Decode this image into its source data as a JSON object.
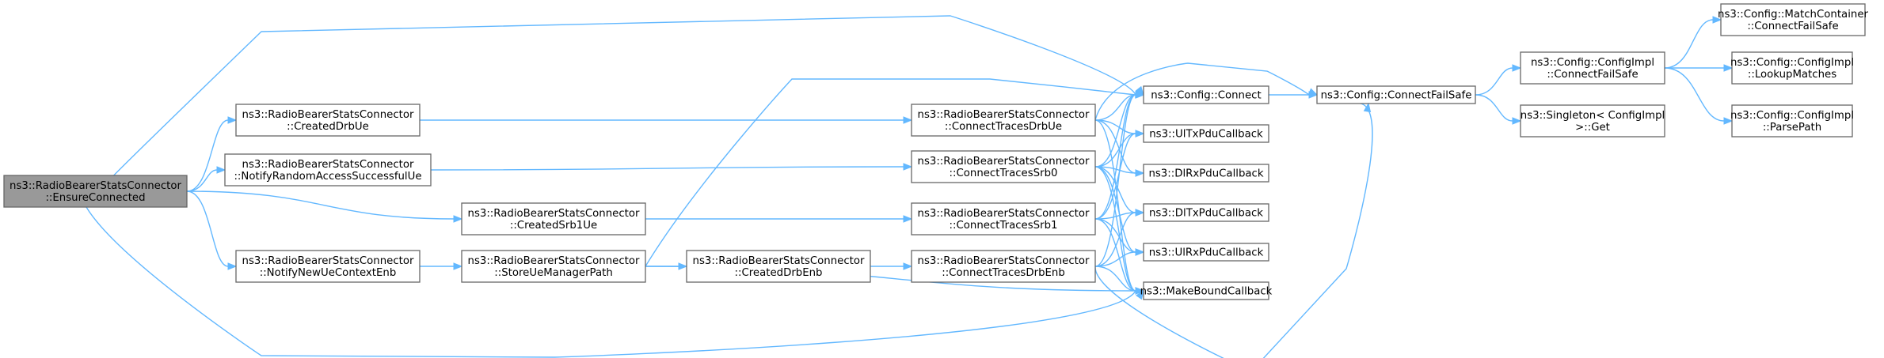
{
  "graph": {
    "colors": {
      "edge": "#63b8ff",
      "node_border": "#666666",
      "root_fill": "#999999",
      "node_fill": "#ffffff"
    },
    "nodes": [
      {
        "id": "ensure",
        "lines": [
          "ns3::RadioBearerStatsConnector",
          "::EnsureConnected"
        ],
        "root": true
      },
      {
        "id": "createdDrbUe",
        "lines": [
          "ns3::RadioBearerStatsConnector",
          "::CreatedDrbUe"
        ]
      },
      {
        "id": "notifyRA",
        "lines": [
          "ns3::RadioBearerStatsConnector",
          "::NotifyRandomAccessSuccessfulUe"
        ]
      },
      {
        "id": "createdSrb1Ue",
        "lines": [
          "ns3::RadioBearerStatsConnector",
          "::CreatedSrb1Ue"
        ]
      },
      {
        "id": "notifyNewUe",
        "lines": [
          "ns3::RadioBearerStatsConnector",
          "::NotifyNewUeContextEnb"
        ]
      },
      {
        "id": "storeUe",
        "lines": [
          "ns3::RadioBearerStatsConnector",
          "::StoreUeManagerPath"
        ]
      },
      {
        "id": "createdDrbEnb",
        "lines": [
          "ns3::RadioBearerStatsConnector",
          "::CreatedDrbEnb"
        ]
      },
      {
        "id": "ctDrbUe",
        "lines": [
          "ns3::RadioBearerStatsConnector",
          "::ConnectTracesDrbUe"
        ]
      },
      {
        "id": "ctSrb0",
        "lines": [
          "ns3::RadioBearerStatsConnector",
          "::ConnectTracesSrb0"
        ]
      },
      {
        "id": "ctSrb1",
        "lines": [
          "ns3::RadioBearerStatsConnector",
          "::ConnectTracesSrb1"
        ]
      },
      {
        "id": "ctDrbEnb",
        "lines": [
          "ns3::RadioBearerStatsConnector",
          "::ConnectTracesDrbEnb"
        ]
      },
      {
        "id": "configConnect",
        "lines": [
          "ns3::Config::Connect"
        ]
      },
      {
        "id": "ulTx",
        "lines": [
          "ns3::UlTxPduCallback"
        ]
      },
      {
        "id": "dlRx",
        "lines": [
          "ns3::DlRxPduCallback"
        ]
      },
      {
        "id": "dlTx",
        "lines": [
          "ns3::DlTxPduCallback"
        ]
      },
      {
        "id": "ulRx",
        "lines": [
          "ns3::UlRxPduCallback"
        ]
      },
      {
        "id": "makeBound",
        "lines": [
          "ns3::MakeBoundCallback"
        ]
      },
      {
        "id": "connectFailSafe",
        "lines": [
          "ns3::Config::ConnectFailSafe"
        ]
      },
      {
        "id": "implCFS",
        "lines": [
          "ns3::Config::ConfigImpl",
          "::ConnectFailSafe"
        ]
      },
      {
        "id": "singleton",
        "lines": [
          "ns3::Singleton< ConfigImpl",
          " >::Get"
        ]
      },
      {
        "id": "matchCFS",
        "lines": [
          "ns3::Config::MatchContainer",
          "::ConnectFailSafe"
        ]
      },
      {
        "id": "lookup",
        "lines": [
          "ns3::Config::ConfigImpl",
          "::LookupMatches"
        ]
      },
      {
        "id": "parsePath",
        "lines": [
          "ns3::Config::ConfigImpl",
          "::ParsePath"
        ]
      }
    ],
    "edges": [
      [
        "ensure",
        "createdDrbUe"
      ],
      [
        "ensure",
        "notifyRA"
      ],
      [
        "ensure",
        "createdSrb1Ue"
      ],
      [
        "ensure",
        "notifyNewUe"
      ],
      [
        "ensure",
        "configConnect"
      ],
      [
        "ensure",
        "makeBound"
      ],
      [
        "createdDrbUe",
        "ctDrbUe"
      ],
      [
        "notifyRA",
        "ctSrb0"
      ],
      [
        "createdSrb1Ue",
        "ctSrb1"
      ],
      [
        "notifyNewUe",
        "storeUe"
      ],
      [
        "storeUe",
        "createdDrbEnb"
      ],
      [
        "storeUe",
        "configConnect"
      ],
      [
        "storeUe",
        "makeBound"
      ],
      [
        "createdDrbEnb",
        "ctDrbEnb"
      ],
      [
        "ctDrbUe",
        "configConnect"
      ],
      [
        "ctDrbUe",
        "connectFailSafe"
      ],
      [
        "ctDrbUe",
        "ulTx"
      ],
      [
        "ctDrbUe",
        "dlRx"
      ],
      [
        "ctDrbUe",
        "makeBound"
      ],
      [
        "ctSrb0",
        "configConnect"
      ],
      [
        "ctSrb0",
        "ulTx"
      ],
      [
        "ctSrb0",
        "dlRx"
      ],
      [
        "ctSrb0",
        "dlTx"
      ],
      [
        "ctSrb0",
        "ulRx"
      ],
      [
        "ctSrb0",
        "makeBound"
      ],
      [
        "ctSrb1",
        "configConnect"
      ],
      [
        "ctSrb1",
        "ulTx"
      ],
      [
        "ctSrb1",
        "dlTx"
      ],
      [
        "ctSrb1",
        "ulRx"
      ],
      [
        "ctSrb1",
        "makeBound"
      ],
      [
        "ctDrbEnb",
        "configConnect"
      ],
      [
        "ctDrbEnb",
        "dlTx"
      ],
      [
        "ctDrbEnb",
        "ulRx"
      ],
      [
        "ctDrbEnb",
        "makeBound"
      ],
      [
        "ctDrbEnb",
        "connectFailSafe"
      ],
      [
        "configConnect",
        "connectFailSafe"
      ],
      [
        "connectFailSafe",
        "implCFS"
      ],
      [
        "connectFailSafe",
        "singleton"
      ],
      [
        "implCFS",
        "matchCFS"
      ],
      [
        "implCFS",
        "lookup"
      ],
      [
        "implCFS",
        "parsePath"
      ]
    ]
  }
}
